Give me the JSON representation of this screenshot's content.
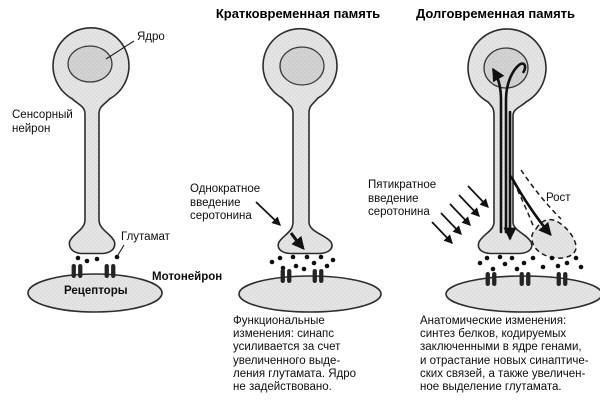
{
  "titles": {
    "short_term": "Кратковременная память",
    "long_term": "Долговременная память"
  },
  "left_panel": {
    "nucleus_label": "Ядро",
    "sensory_neuron_label": "Сенсорный\nнейрон",
    "glutamate_label": "Глутамат",
    "motoneuron_label": "Мотонейрон",
    "receptors_label": "Рецепторы"
  },
  "middle_panel": {
    "serotonin_label": "Однократное\nвведение\nсеротонина",
    "caption": "Функциональные\nизменения: синапс\nусиливается за счет\nувеличенного выде-\nления глутамата. Ядро\nне задействовано."
  },
  "right_panel": {
    "serotonin_label": "Пятикратное\nвведение\nсеротонина",
    "growth_label": "Рост",
    "caption": "Анатомические изменения:\nсинтез белков, кодируемых\nзаключенными в ядре генами,\nи отрастание новых синаптиче-\nских связей, а также увеличен-\nное выделение глутамата."
  },
  "colors": {
    "background": "#ffffff",
    "cell_fill": "#e4e4e4",
    "nucleus_fill": "#d3d3d3",
    "outline": "#2d2d2d",
    "ink": "#111111"
  }
}
